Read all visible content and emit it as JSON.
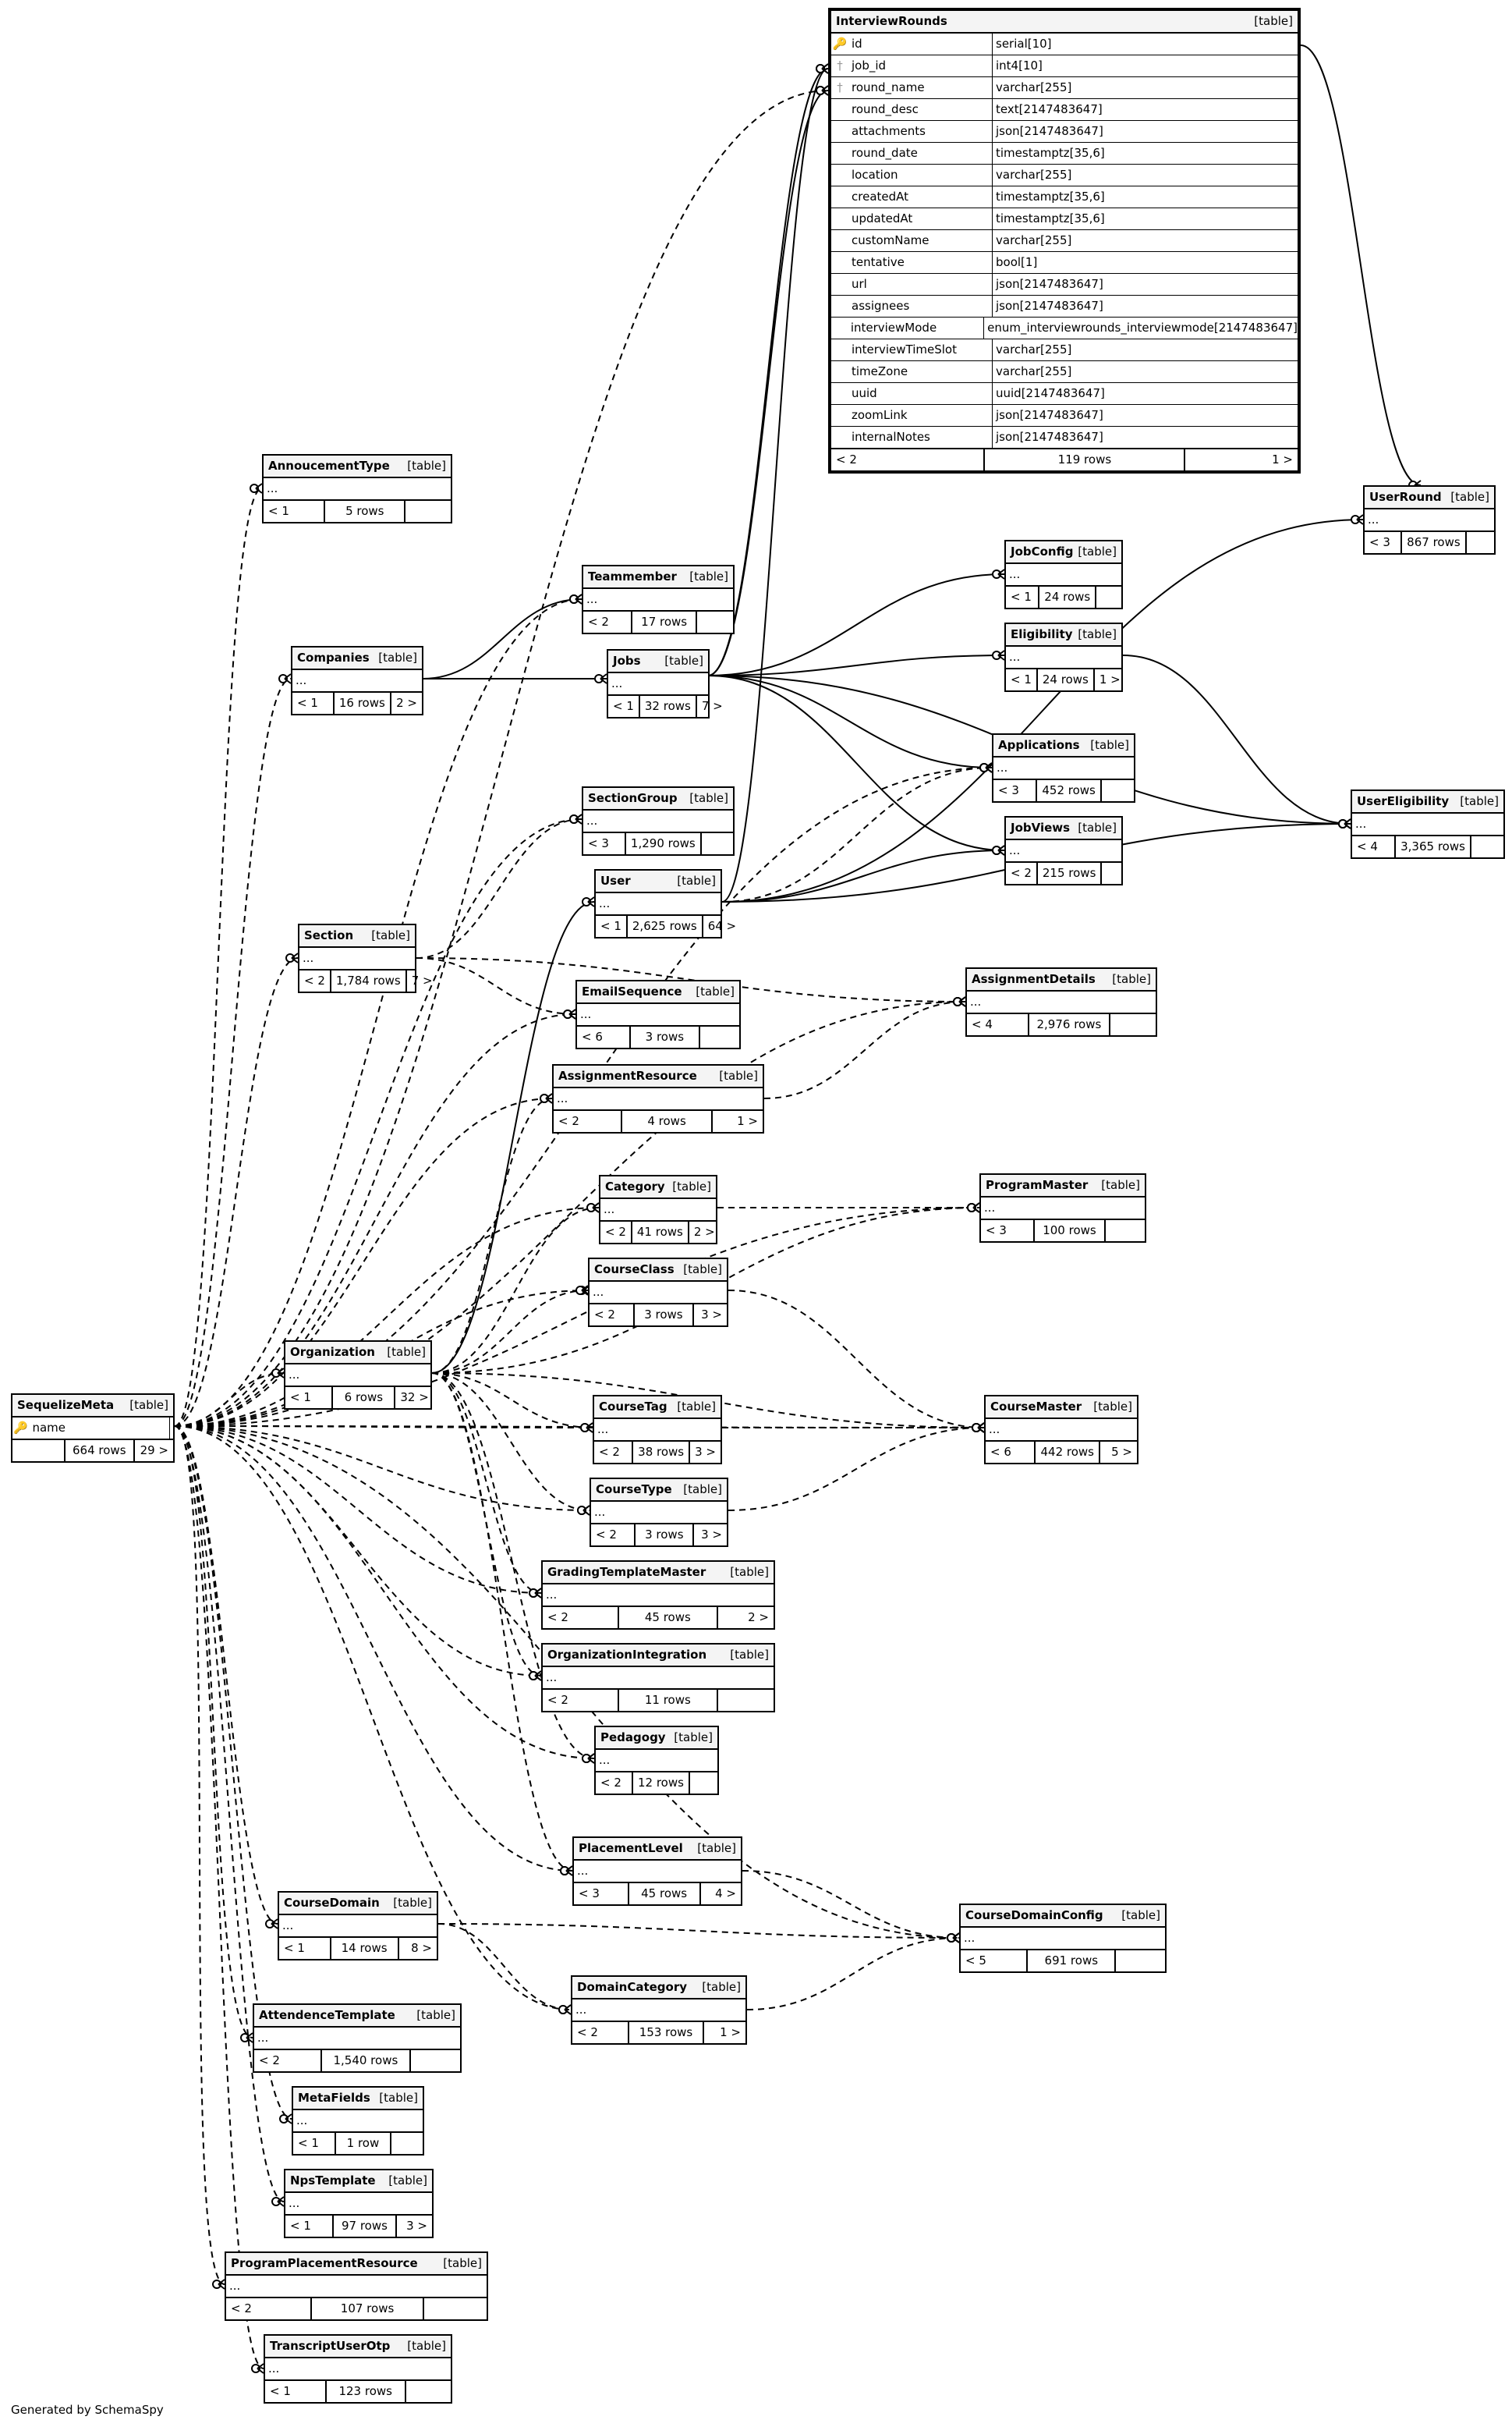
{
  "footer": "Generated by SchemaSpy",
  "tables": {
    "InterviewRounds": {
      "name": "InterviewRounds",
      "type": "[table]",
      "parents": "< 2",
      "rows": "119 rows",
      "children": "1 >",
      "columns": [
        {
          "key": "pk",
          "name": "id",
          "type": "serial[10]"
        },
        {
          "key": "fk",
          "name": "job_id",
          "type": "int4[10]"
        },
        {
          "key": "fk",
          "name": "round_name",
          "type": "varchar[255]"
        },
        {
          "key": "",
          "name": "round_desc",
          "type": "text[2147483647]"
        },
        {
          "key": "",
          "name": "attachments",
          "type": "json[2147483647]"
        },
        {
          "key": "",
          "name": "round_date",
          "type": "timestamptz[35,6]"
        },
        {
          "key": "",
          "name": "location",
          "type": "varchar[255]"
        },
        {
          "key": "",
          "name": "createdAt",
          "type": "timestamptz[35,6]"
        },
        {
          "key": "",
          "name": "updatedAt",
          "type": "timestamptz[35,6]"
        },
        {
          "key": "",
          "name": "customName",
          "type": "varchar[255]"
        },
        {
          "key": "",
          "name": "tentative",
          "type": "bool[1]"
        },
        {
          "key": "",
          "name": "url",
          "type": "json[2147483647]"
        },
        {
          "key": "",
          "name": "assignees",
          "type": "json[2147483647]"
        },
        {
          "key": "",
          "name": "interviewMode",
          "type": "enum_interviewrounds_interviewmode[2147483647]"
        },
        {
          "key": "",
          "name": "interviewTimeSlot",
          "type": "varchar[255]"
        },
        {
          "key": "",
          "name": "timeZone",
          "type": "varchar[255]"
        },
        {
          "key": "",
          "name": "uuid",
          "type": "uuid[2147483647]"
        },
        {
          "key": "",
          "name": "zoomLink",
          "type": "json[2147483647]"
        },
        {
          "key": "",
          "name": "internalNotes",
          "type": "json[2147483647]"
        }
      ]
    },
    "SequelizeMeta": {
      "name": "SequelizeMeta",
      "type": "[table]",
      "parents": "",
      "rows": "664 rows",
      "children": "29 >",
      "columns": [
        {
          "key": "pk",
          "name": "name",
          "type": ""
        }
      ]
    },
    "AnnoucementType": {
      "name": "AnnoucementType",
      "type": "[table]",
      "ellipsis": "...",
      "parents": "< 1",
      "rows": "5 rows",
      "children": ""
    },
    "Teammember": {
      "name": "Teammember",
      "type": "[table]",
      "ellipsis": "...",
      "parents": "< 2",
      "rows": "17 rows",
      "children": ""
    },
    "Companies": {
      "name": "Companies",
      "type": "[table]",
      "ellipsis": "...",
      "parents": "< 1",
      "rows": "16 rows",
      "children": "2 >"
    },
    "Jobs": {
      "name": "Jobs",
      "type": "[table]",
      "ellipsis": "...",
      "parents": "< 1",
      "rows": "32 rows",
      "children": "7 >"
    },
    "JobConfig": {
      "name": "JobConfig",
      "type": "[table]",
      "ellipsis": "...",
      "parents": "< 1",
      "rows": "24 rows",
      "children": ""
    },
    "Eligibility": {
      "name": "Eligibility",
      "type": "[table]",
      "ellipsis": "...",
      "parents": "< 1",
      "rows": "24 rows",
      "children": "1 >"
    },
    "UserRound": {
      "name": "UserRound",
      "type": "[table]",
      "ellipsis": "...",
      "parents": "< 3",
      "rows": "867 rows",
      "children": ""
    },
    "Applications": {
      "name": "Applications",
      "type": "[table]",
      "ellipsis": "...",
      "parents": "< 3",
      "rows": "452 rows",
      "children": ""
    },
    "UserEligibility": {
      "name": "UserEligibility",
      "type": "[table]",
      "ellipsis": "...",
      "parents": "< 4",
      "rows": "3,365 rows",
      "children": ""
    },
    "SectionGroup": {
      "name": "SectionGroup",
      "type": "[table]",
      "ellipsis": "...",
      "parents": "< 3",
      "rows": "1,290 rows",
      "children": ""
    },
    "JobViews": {
      "name": "JobViews",
      "type": "[table]",
      "ellipsis": "...",
      "parents": "< 2",
      "rows": "215 rows",
      "children": ""
    },
    "User": {
      "name": "User",
      "type": "[table]",
      "ellipsis": "...",
      "parents": "< 1",
      "rows": "2,625 rows",
      "children": "64 >"
    },
    "Section": {
      "name": "Section",
      "type": "[table]",
      "ellipsis": "...",
      "parents": "< 2",
      "rows": "1,784 rows",
      "children": "7 >"
    },
    "AssignmentDetails": {
      "name": "AssignmentDetails",
      "type": "[table]",
      "ellipsis": "...",
      "parents": "< 4",
      "rows": "2,976 rows",
      "children": ""
    },
    "EmailSequence": {
      "name": "EmailSequence",
      "type": "[table]",
      "ellipsis": "...",
      "parents": "< 6",
      "rows": "3 rows",
      "children": ""
    },
    "AssignmentResource": {
      "name": "AssignmentResource",
      "type": "[table]",
      "ellipsis": "...",
      "parents": "< 2",
      "rows": "4 rows",
      "children": "1 >"
    },
    "Category": {
      "name": "Category",
      "type": "[table]",
      "ellipsis": "...",
      "parents": "< 2",
      "rows": "41 rows",
      "children": "2 >"
    },
    "ProgramMaster": {
      "name": "ProgramMaster",
      "type": "[table]",
      "ellipsis": "...",
      "parents": "< 3",
      "rows": "100 rows",
      "children": ""
    },
    "CourseClass": {
      "name": "CourseClass",
      "type": "[table]",
      "ellipsis": "...",
      "parents": "< 2",
      "rows": "3 rows",
      "children": "3 >"
    },
    "Organization": {
      "name": "Organization",
      "type": "[table]",
      "ellipsis": "...",
      "parents": "< 1",
      "rows": "6 rows",
      "children": "32 >"
    },
    "CourseTag": {
      "name": "CourseTag",
      "type": "[table]",
      "ellipsis": "...",
      "parents": "< 2",
      "rows": "38 rows",
      "children": "3 >"
    },
    "CourseMaster": {
      "name": "CourseMaster",
      "type": "[table]",
      "ellipsis": "...",
      "parents": "< 6",
      "rows": "442 rows",
      "children": "5 >"
    },
    "CourseType": {
      "name": "CourseType",
      "type": "[table]",
      "ellipsis": "...",
      "parents": "< 2",
      "rows": "3 rows",
      "children": "3 >"
    },
    "GradingTemplateMaster": {
      "name": "GradingTemplateMaster",
      "type": "[table]",
      "ellipsis": "...",
      "parents": "< 2",
      "rows": "45 rows",
      "children": "2 >"
    },
    "OrganizationIntegration": {
      "name": "OrganizationIntegration",
      "type": "[table]",
      "ellipsis": "...",
      "parents": "< 2",
      "rows": "11 rows",
      "children": ""
    },
    "Pedagogy": {
      "name": "Pedagogy",
      "type": "[table]",
      "ellipsis": "...",
      "parents": "< 2",
      "rows": "12 rows",
      "children": ""
    },
    "PlacementLevel": {
      "name": "PlacementLevel",
      "type": "[table]",
      "ellipsis": "...",
      "parents": "< 3",
      "rows": "45 rows",
      "children": "4 >"
    },
    "CourseDomain": {
      "name": "CourseDomain",
      "type": "[table]",
      "ellipsis": "...",
      "parents": "< 1",
      "rows": "14 rows",
      "children": "8 >"
    },
    "CourseDomainConfig": {
      "name": "CourseDomainConfig",
      "type": "[table]",
      "ellipsis": "...",
      "parents": "< 5",
      "rows": "691 rows",
      "children": ""
    },
    "DomainCategory": {
      "name": "DomainCategory",
      "type": "[table]",
      "ellipsis": "...",
      "parents": "< 2",
      "rows": "153 rows",
      "children": "1 >"
    },
    "AttendenceTemplate": {
      "name": "AttendenceTemplate",
      "type": "[table]",
      "ellipsis": "...",
      "parents": "< 2",
      "rows": "1,540 rows",
      "children": ""
    },
    "MetaFields": {
      "name": "MetaFields",
      "type": "[table]",
      "ellipsis": "...",
      "parents": "< 1",
      "rows": "1 row",
      "children": ""
    },
    "NpsTemplate": {
      "name": "NpsTemplate",
      "type": "[table]",
      "ellipsis": "...",
      "parents": "< 1",
      "rows": "97 rows",
      "children": "3 >"
    },
    "ProgramPlacementResource": {
      "name": "ProgramPlacementResource",
      "type": "[table]",
      "ellipsis": "...",
      "parents": "< 2",
      "rows": "107 rows",
      "children": ""
    },
    "TranscriptUserOtp": {
      "name": "TranscriptUserOtp",
      "type": "[table]",
      "ellipsis": "...",
      "parents": "< 1",
      "rows": "123 rows",
      "children": ""
    }
  }
}
